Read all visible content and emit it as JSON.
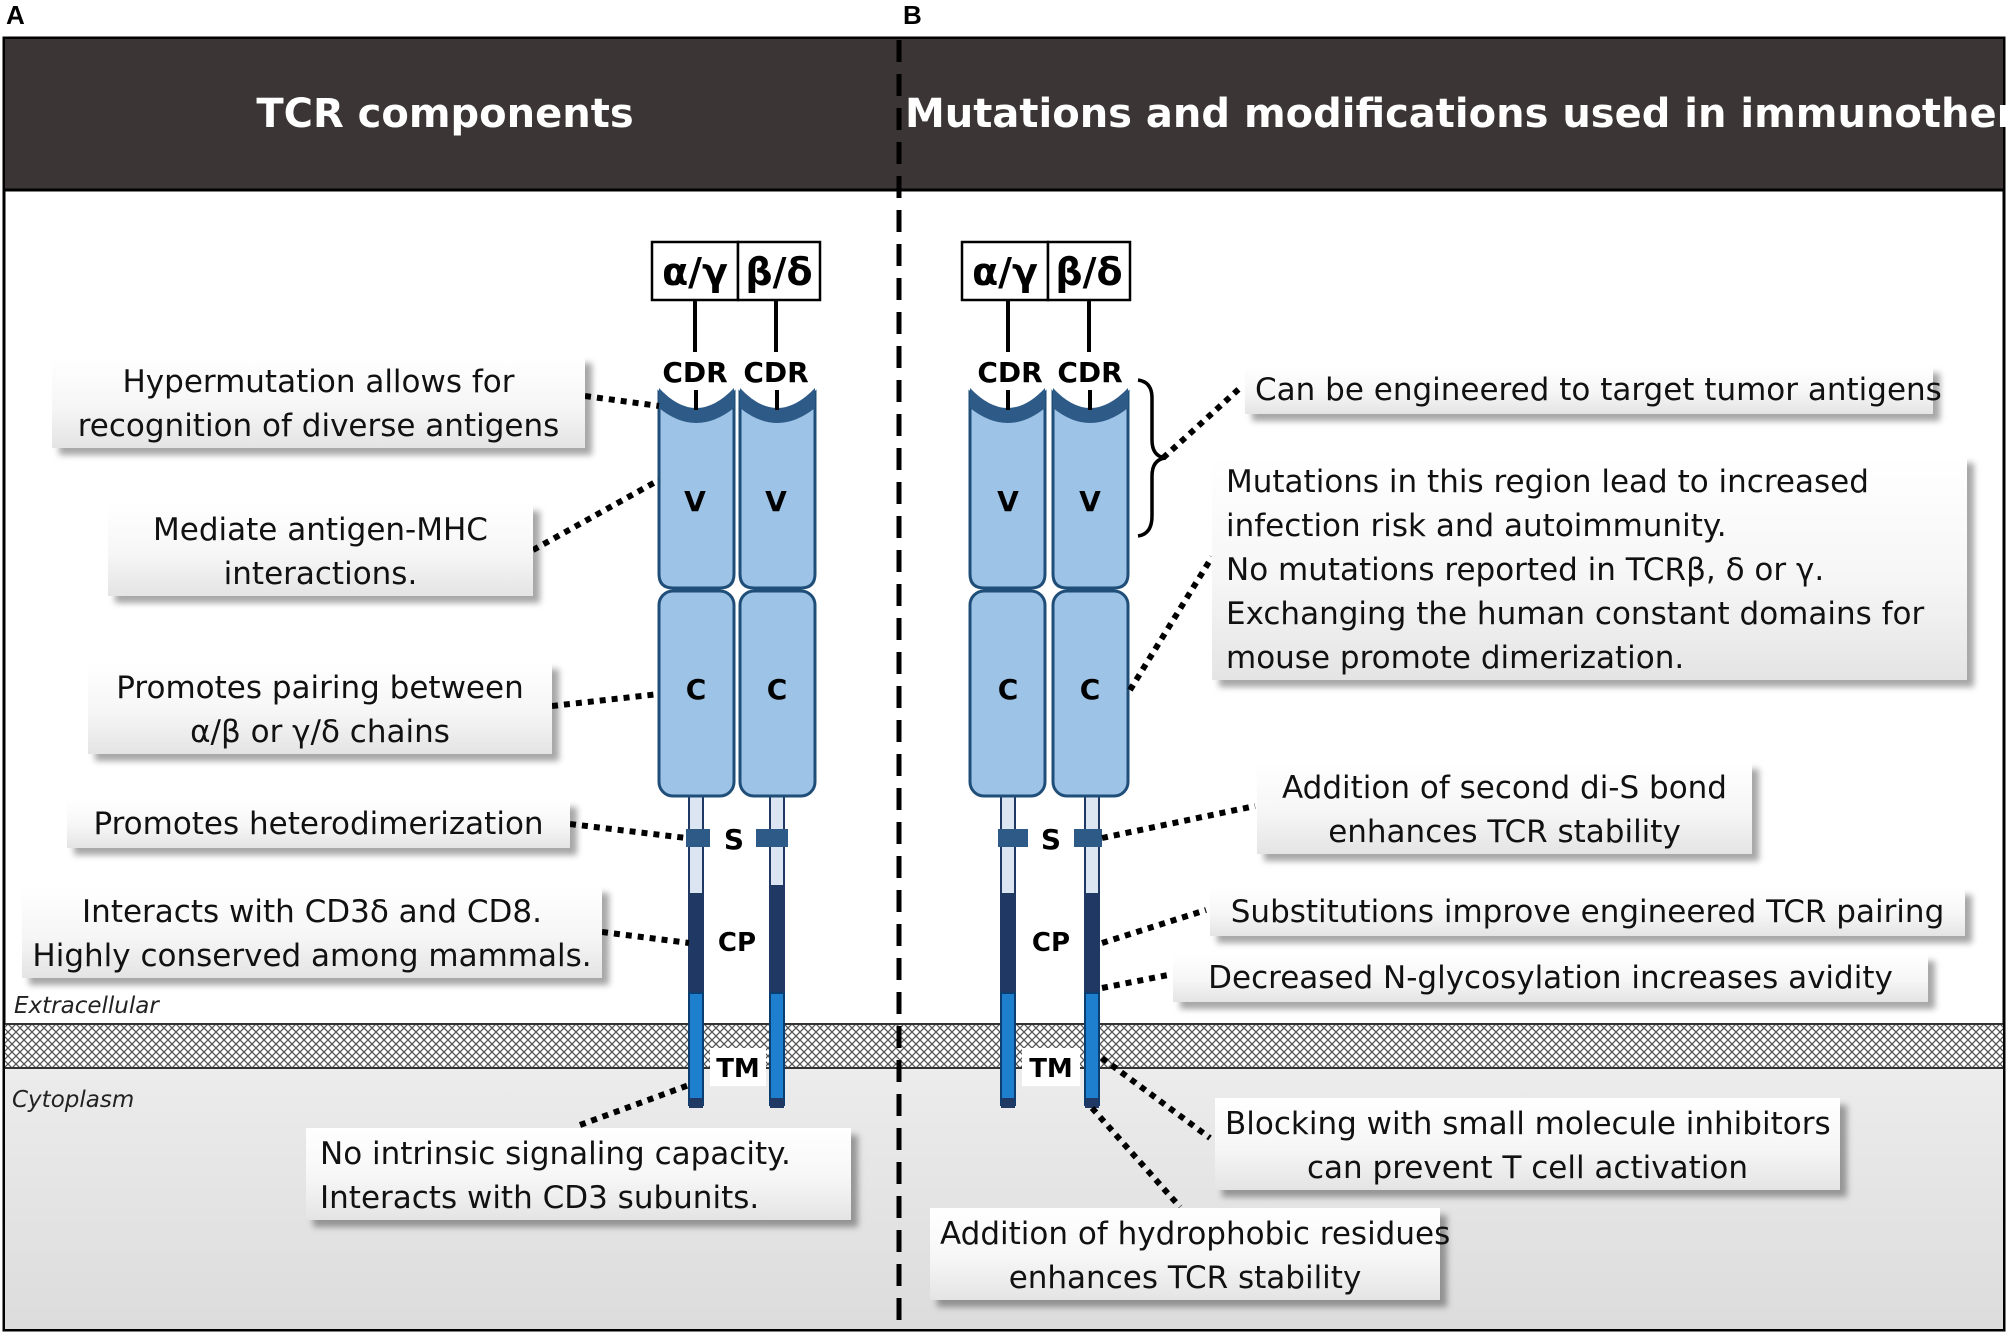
{
  "panels": [
    {
      "letter": "A",
      "title": "TCR components"
    },
    {
      "letter": "B",
      "title": "Mutations and modifications used in immunotherapy"
    }
  ],
  "zones": {
    "extracellular": "Extracellular",
    "cytoplasm": "Cytoplasm"
  },
  "tcr": {
    "chain_left": "α/γ",
    "chain_right": "β/δ",
    "domain_cdr": "CDR",
    "domain_v": "V",
    "domain_c": "C",
    "domain_s": "S",
    "domain_cp": "CP",
    "domain_tm": "TM"
  },
  "panel_a_callouts": {
    "cdr": [
      "Hypermutation allows for",
      "recognition of diverse antigens"
    ],
    "v": [
      "Mediate antigen-MHC",
      "interactions."
    ],
    "c": [
      "Promotes pairing between",
      "α/β or γ/δ chains"
    ],
    "s": [
      "Promotes heterodimerization"
    ],
    "cp": [
      "Interacts with CD3δ and CD8.",
      "Highly conserved among mammals."
    ],
    "tm": [
      "No intrinsic signaling capacity.",
      "Interacts with CD3 subunits."
    ]
  },
  "panel_b_callouts": {
    "cdr": [
      "Can be engineered to target tumor antigens"
    ],
    "c": [
      "Mutations in this  region lead to increased",
      "infection risk and autoimmunity.",
      "No mutations reported in TCRβ, δ or γ.",
      "Exchanging the human  constant domains for",
      "mouse promote dimerization."
    ],
    "s": [
      "Addition of second di-S bond",
      "enhances TCR stability"
    ],
    "cp1": [
      "Substitutions improve engineered TCR pairing"
    ],
    "cp2": [
      "Decreased N-glycosylation increases avidity"
    ],
    "tm1": [
      "Blocking with small molecule inhibitors",
      "can prevent T cell activation"
    ],
    "tm2": [
      "Addition of hydrophobic residues",
      "enhances TCR stability"
    ]
  },
  "colors": {
    "header": "#3b3535",
    "domain_fill": "#9dc3e6",
    "domain_stroke": "#1f4e79",
    "cdr_cap": "#2e5a88",
    "cp_segment": "#1f3864",
    "tm_segment": "#1e7fcf",
    "stalk": "#dce6f2"
  }
}
